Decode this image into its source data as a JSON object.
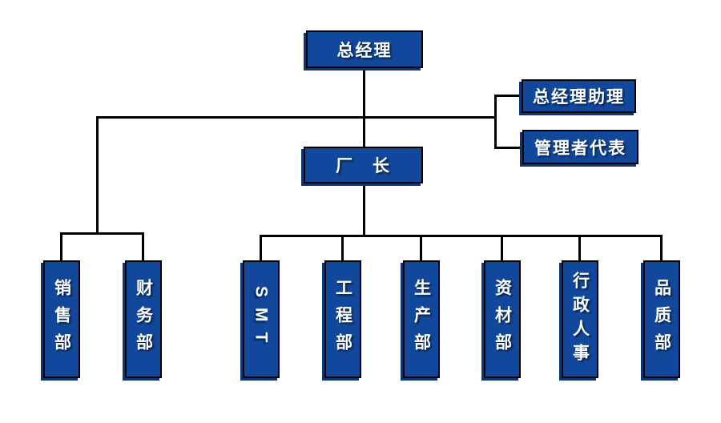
{
  "org_chart": {
    "root": {
      "label": "总经理"
    },
    "staff": [
      {
        "label": "总经理助理"
      },
      {
        "label": "管理者代表"
      }
    ],
    "manager": {
      "label": "厂　长"
    },
    "left_departments": [
      {
        "label": "销售部"
      },
      {
        "label": "财务部"
      }
    ],
    "right_departments": [
      {
        "label": "SMT"
      },
      {
        "label": "工程部"
      },
      {
        "label": "生产部"
      },
      {
        "label": "资材部"
      },
      {
        "label": "行政人事"
      },
      {
        "label": "品质部"
      }
    ]
  },
  "colors": {
    "box_fill": "#12489B",
    "box_border": "#000000",
    "box_shadow": "#0A3578",
    "connector": "#000000",
    "text": "#FFFFFF",
    "background": "#FFFFFF"
  }
}
